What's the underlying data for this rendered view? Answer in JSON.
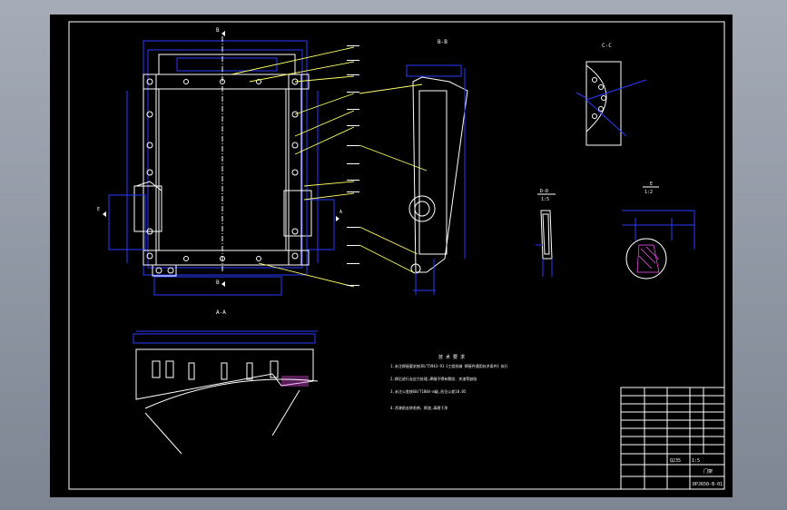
{
  "views": {
    "main_top_label": "B",
    "main_bottom_label": "B",
    "section_bb": "B-B",
    "section_cc": "C-C",
    "section_aa": "A-A",
    "section_dd": "D-D",
    "section_dd_scale": "1:5",
    "detail_e": "E",
    "detail_e_scale": "1:2",
    "side_marker_a": "A",
    "side_marker_e": "E"
  },
  "notes": {
    "title": "技 术 要 求",
    "lines": [
      "1.未注焊接要求按JB/T5943-91《工程机械 焊接件通用技术条件》执行",
      "2.焊后进行去应力处理,焊缝不得有裂纹、夹渣等缺陷",
      "3.未注公差按GB/T1804-m级,形位公差10.05",
      "4.涂漆前去除毛刺、焊渣,清理干净"
    ]
  },
  "title_block": {
    "drawing_no": "DPJ650-B-01",
    "name": "门架",
    "material": "Q235",
    "scale": "1:5"
  },
  "icons": {
    "section_arrow": "section-arrow-icon",
    "hole": "hole-icon"
  },
  "colors": {
    "sheet": "#000000",
    "outline": "#ffffff",
    "dimension": "#2a3cff",
    "leader": "#ffff66"
  }
}
